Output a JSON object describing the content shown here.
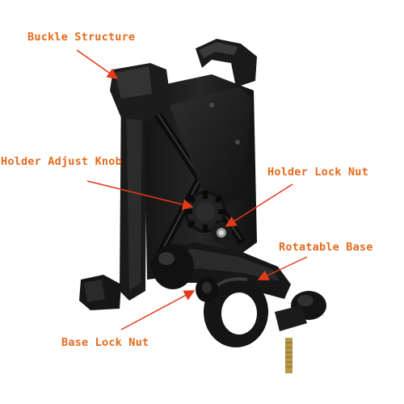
{
  "colors": {
    "label_text": "#e46a1c",
    "arrow": "#e23a1a",
    "device_body": "#1c1c1c",
    "device_highlight": "#3a3a3a",
    "background": "#ffffff",
    "screw_metal": "#b89a4a"
  },
  "labels": {
    "buckle_structure": "Buckle Structure",
    "holder_adjust_knob": "Holder Adjust Knob",
    "holder_lock_nut": "Holder Lock Nut",
    "rotatable_base": "Rotatable Base",
    "base_lock_nut": "Base Lock Nut"
  }
}
